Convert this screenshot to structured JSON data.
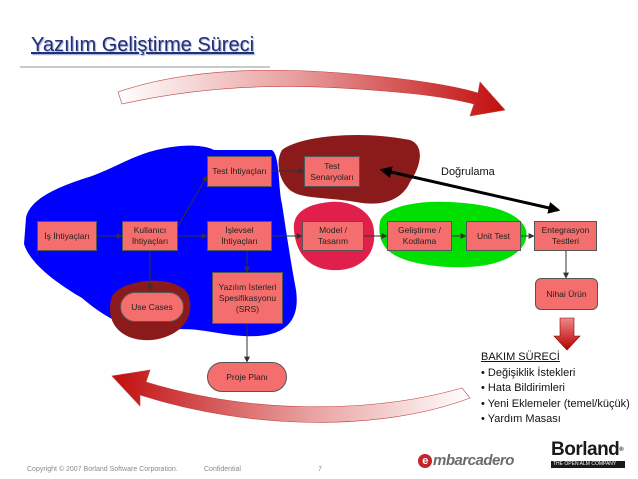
{
  "slide": {
    "title": "Yazılım Geliştirme Süreci"
  },
  "diagram": {
    "boxes": {
      "is_ihtiyaclari": "İş İhtiyaçları",
      "kullanici_ihtiyaclari": "Kullanıcı İhtiyaçları",
      "islevsel_ihtiyaclar": "İşlevsel İhtiyaçları",
      "test_ihtiyaclari": "Test İhtiyaçları",
      "test_senaryolari": "Test Senaryoları",
      "model_tasarim": "Model / Tasarım",
      "gelistirme_kodlama": "Geliştirme / Kodlama",
      "unit_test": "Unit Test",
      "entegrasyon_testleri": "Entegrasyon Testleri",
      "yazilim_isterleri": "Yazılım İsterleri Spesifikasyonu (SRS)",
      "proje_plani": "Proje Planı",
      "use_cases": "Use Cases",
      "nihai_urun": "Nihai Ürün"
    },
    "labels": {
      "dogrulama": "Doğrulama"
    }
  },
  "maintenance": {
    "title": "BAKIM SÜRECİ",
    "items": [
      "• Değişiklik İstekleri",
      "• Hata Bildirimleri",
      "• Yeni Eklemeler (temel/küçük)",
      "• Yardım Masası"
    ]
  },
  "footer": {
    "copyright": "Copyright © 2007 Borland Software Corporation.",
    "confidential": "Confidential",
    "page_number": "7"
  },
  "logos": {
    "embarcadero": "mbarcadero",
    "embarcadero_mark": "e",
    "borland": "Borland",
    "borland_mark": "®",
    "borland_tagline": "THE OPEN ALM COMPANY"
  },
  "colors": {
    "box_fill": "#f56e6e",
    "blob_blue": "#0000ff",
    "blob_maroon": "#8b1a1a",
    "blob_pink": "#e0204a",
    "blob_green": "#00e000",
    "arc_red": "#cc1111",
    "title_blue": "#1f2f7a"
  }
}
